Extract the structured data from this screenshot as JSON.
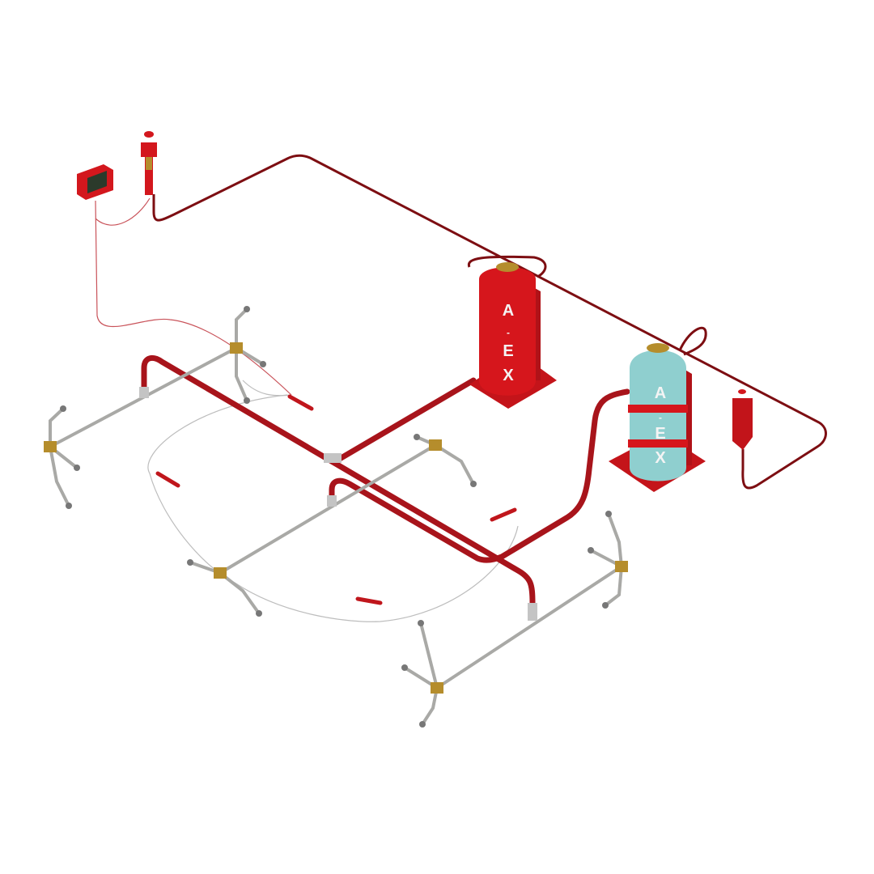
{
  "colors": {
    "detection_line": "#7d0e12",
    "discharge_pipe": "#a8141b",
    "distribution_pipe": "#a9a9a6",
    "nozzle_brass": "#b58d2c",
    "tank_red": "#d6161c",
    "tank_teal": "#8fcfcf",
    "detector_wire": "#b8b8b8"
  },
  "tank_red": {
    "labels": [
      "A",
      "-",
      "E",
      "X"
    ]
  },
  "tank_teal": {
    "labels": [
      "A",
      "-",
      "E",
      "X"
    ]
  }
}
